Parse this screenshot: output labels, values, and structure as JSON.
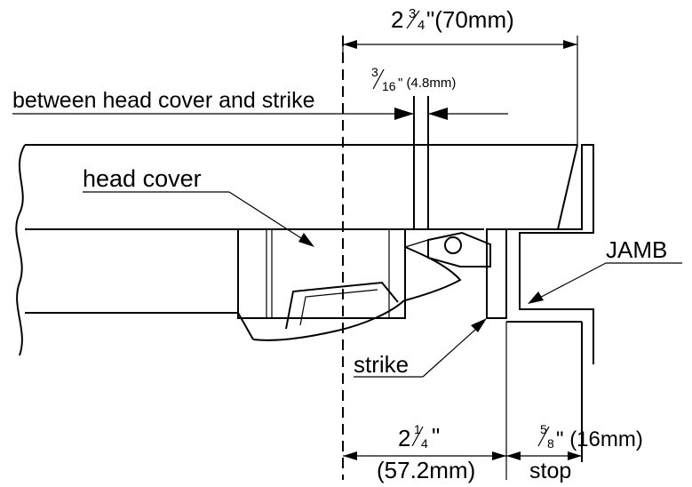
{
  "labels": {
    "top_dim_whole": "2",
    "top_dim_num": "3",
    "top_dim_den": "4",
    "top_dim_rest": "\"(70mm)",
    "gap_num": "3",
    "gap_den": "16",
    "gap_rest": "\" (4.8mm)",
    "between_note": "between head cover and strike",
    "head_cover": "head cover",
    "jamb": "JAMB",
    "strike": "strike",
    "bottom_dim_whole": "2",
    "bottom_dim_num": "1",
    "bottom_dim_den": "4",
    "bottom_dim_quote": "\"",
    "bottom_dim_mm": "(57.2mm)",
    "stop_num": "5",
    "stop_den": "8",
    "stop_rest": "\" (16mm)",
    "stop_label": "stop"
  }
}
